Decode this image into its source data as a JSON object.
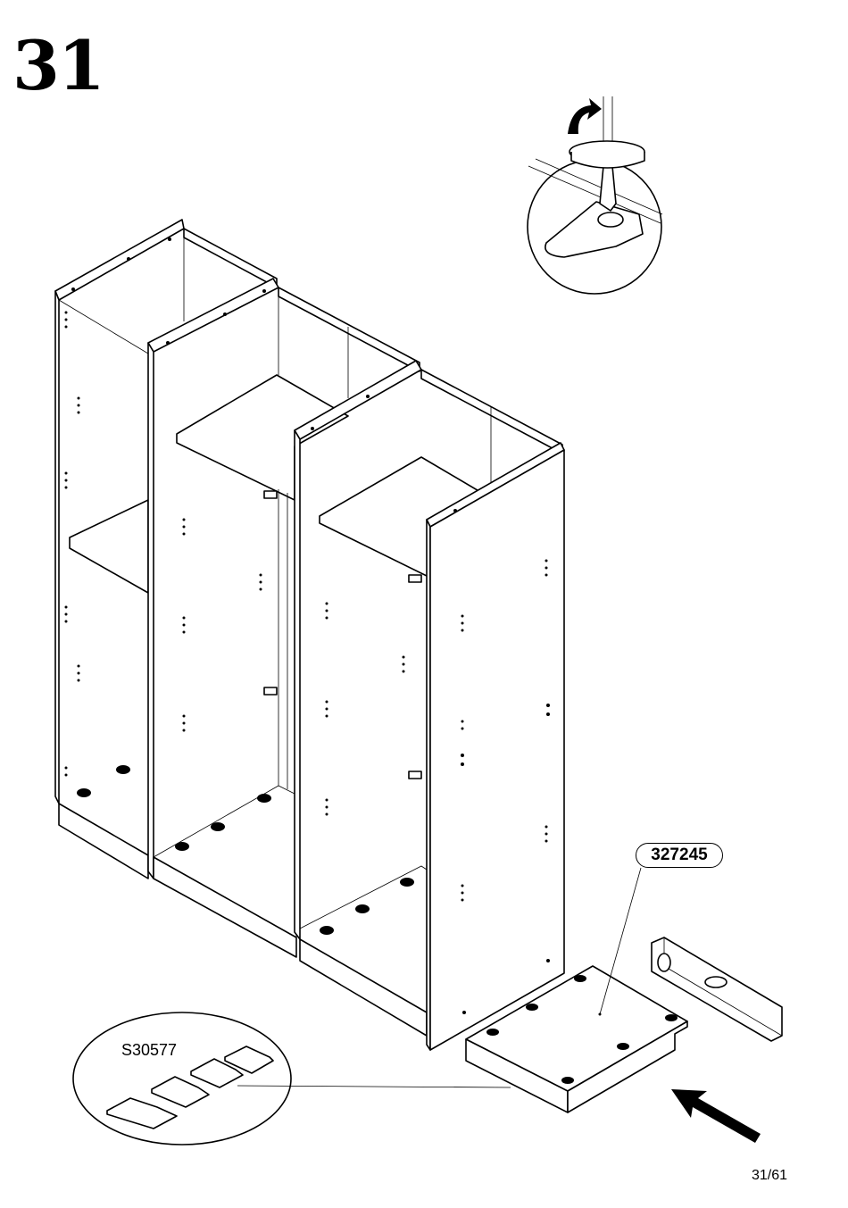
{
  "step": {
    "number": "31"
  },
  "page": {
    "number": "31/61"
  },
  "callouts": {
    "part_number": "327245",
    "hardware_code": "S30577"
  },
  "icons": {
    "adjust_foot": "screwdriver-rotate-icon",
    "level": "spirit-level-icon",
    "direction": "arrow-icon"
  }
}
